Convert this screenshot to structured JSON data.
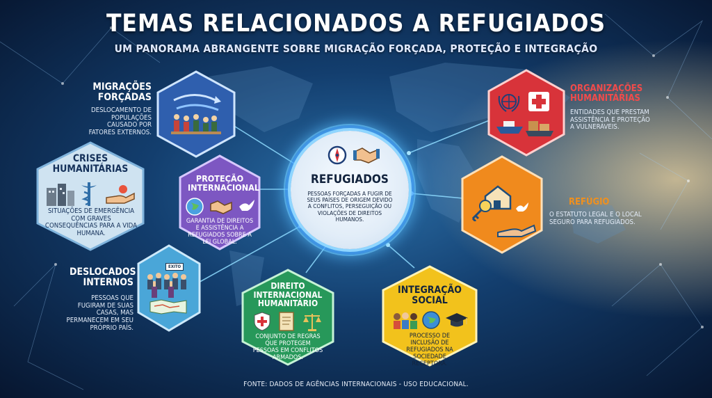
{
  "header": {
    "title": "TEMAS RELACIONADOS A REFUGIADOS",
    "subtitle": "UM PANORAMA ABRANGENTE SOBRE MIGRAÇÃO FORÇADA, PROTEÇÃO E INTEGRAÇÃO"
  },
  "center": {
    "title": "REFUGIADOS",
    "description": "PESSOAS FORÇADAS A FUGIR DE SEUS PAÍSES DE ORIGEM DEVIDO A CONFLITOS, PERSEGUIÇÃO OU VIOLAÇÕES DE DIREITOS HUMANOS."
  },
  "topics": {
    "migracoes": {
      "title": "MIGRAÇÕES FORÇADAS",
      "description": "DESLOCAMENTO DE POPULAÇÕES CAUSADO POR FATORES EXTERNOS.",
      "color": "#2f5fae"
    },
    "crises": {
      "title": "CRISES HUMANITÁRIAS",
      "description": "SITUAÇÕES DE EMERGÊNCIA COM GRAVES CONSEQUÊNCIAS PARA A VIDA HUMANA.",
      "color": "#cfe3f1"
    },
    "protecao": {
      "title": "PROTEÇÃO INTERNACIONAL",
      "description": "GARANTIA DE DIREITOS E ASSISTÊNCIA A REFUGIADOS SOBRE A LEI GLOBAL.",
      "color": "#7d57c2"
    },
    "deslocados": {
      "title": "DESLOCADOS INTERNOS",
      "description": "PESSOAS QUE FUGIRAM DE SUAS CASAS, MAS PERMANECEM EM SEU PRÓPRIO PAÍS.",
      "color": "#4aa6d8"
    },
    "direito": {
      "title": "DIREITO INTERNACIONAL HUMANITÁRIO",
      "description": "CONJUNTO DE REGRAS QUE PROTEGEM PESSOAS EM CONFLITOS ARMADOS.",
      "color": "#27985a"
    },
    "integracao": {
      "title": "INTEGRAÇÃO SOCIAL",
      "description": "PROCESSO DE INCLUSÃO DE REFUGIADOS NA SOCIEDADE RECEPTORA.",
      "color": "#f2c21c"
    },
    "organizacoes": {
      "title": "ORGANIZAÇÕES HUMANITÁRIAS",
      "description": "ENTIDADES QUE PRESTAM ASSISTÊNCIA E PROTEÇÃO A VULNERÁVEIS.",
      "color": "#d8333a"
    },
    "refugio": {
      "title": "REFÚGIO",
      "description": "O ESTATUTO LEGAL E O LOCAL SEGURO PARA REFUGIADOS.",
      "color": "#f08a1d"
    }
  },
  "badge": {
    "text": "EXITO"
  },
  "footer": {
    "source": "FONTE: DADOS DE AGÊNCIAS INTERNACIONAIS - USO EDUCACIONAL."
  },
  "icons": [
    "arrows-people-icon",
    "buildings-icon",
    "caduceus-icon",
    "handshake-icon",
    "globe-icon",
    "dove-icon",
    "crowd-icon",
    "map-icon",
    "shield-cross-icon",
    "scroll-icon",
    "scales-icon",
    "people-icon",
    "graduation-cap-icon",
    "un-emblem-icon",
    "red-cross-icon",
    "ship-icon",
    "house-key-icon",
    "hand-icon",
    "compass-icon"
  ]
}
